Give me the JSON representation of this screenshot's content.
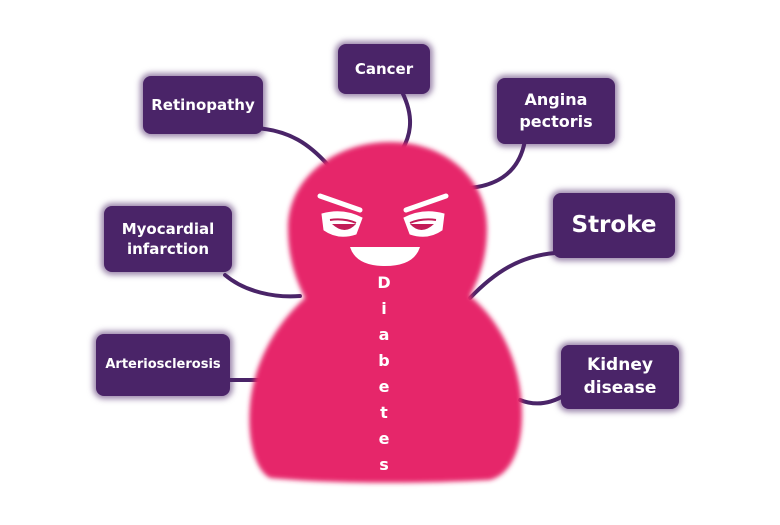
{
  "center": {
    "label_letters": [
      "D",
      "i",
      "a",
      "b",
      "e",
      "t",
      "e",
      "s"
    ]
  },
  "complications": {
    "retinopathy": "Retinopathy",
    "cancer": "Cancer",
    "angina": "Angina\npectoris",
    "myocardial": "Myocardial\ninfarction",
    "stroke": "Stroke",
    "arteriosclerosis": "Arteriosclerosis",
    "kidney": "Kidney\ndisease"
  },
  "colors": {
    "body": "#e6286a",
    "box": "#4a2468",
    "connector": "#4a2468",
    "text": "#ffffff"
  }
}
